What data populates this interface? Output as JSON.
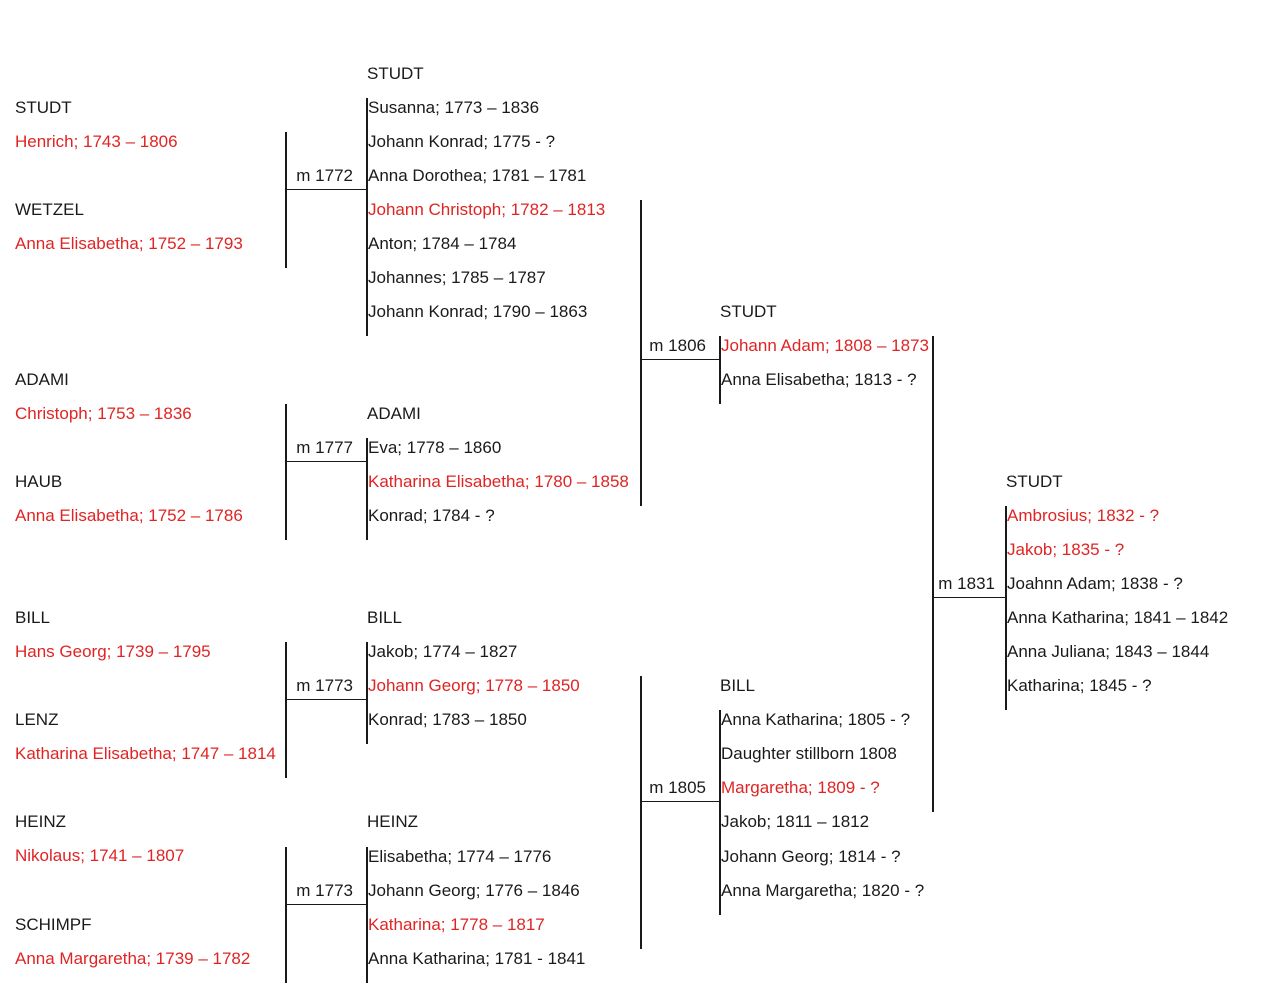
{
  "colors": {
    "highlight": "#e02424",
    "text": "#1a1a1a",
    "lines": "#1a1a1a"
  },
  "col1": {
    "g1_surname_1": "STUDT",
    "g1_name_1": "Henrich; 1743 – 1806",
    "g1_surname_2": "WETZEL",
    "g1_name_2": "Anna Elisabetha; 1752 – 1793",
    "g2_surname_1": "ADAMI",
    "g2_name_1": "Christoph; 1753 – 1836",
    "g2_surname_2": "HAUB",
    "g2_name_2": "Anna Elisabetha; 1752 – 1786",
    "g3_surname_1": "BILL",
    "g3_name_1": "Hans Georg; 1739 – 1795",
    "g3_surname_2": "LENZ",
    "g3_name_2": "Katharina Elisabetha; 1747 – 1814",
    "g4_surname_1": "HEINZ",
    "g4_name_1": "Nikolaus; 1741 – 1807",
    "g4_surname_2": "SCHIMPF",
    "g4_name_2": "Anna Margaretha; 1739 – 1782"
  },
  "marriages": {
    "m1": "m 1772",
    "m2": "m 1777",
    "m3": "m 1773",
    "m4": "m 1773",
    "m5": "m 1806",
    "m6": "m 1805",
    "m7": "m 1831"
  },
  "col2": {
    "studt": {
      "surname": "STUDT",
      "children": [
        "Susanna; 1773 – 1836",
        "Johann Konrad; 1775 - ?",
        "Anna Dorothea; 1781 – 1781",
        "Johann Christoph; 1782 – 1813",
        "Anton; 1784 – 1784",
        "Johannes; 1785 – 1787",
        "Johann Konrad; 1790 – 1863"
      ]
    },
    "adami": {
      "surname": "ADAMI",
      "children": [
        "Eva; 1778 – 1860",
        "Katharina Elisabetha; 1780 – 1858",
        "Konrad; 1784 - ?"
      ]
    },
    "bill": {
      "surname": "BILL",
      "children": [
        "Jakob; 1774 – 1827",
        "Johann Georg; 1778 – 1850",
        "Konrad; 1783 – 1850"
      ]
    },
    "heinz": {
      "surname": "HEINZ",
      "children": [
        "Elisabetha; 1774 – 1776",
        "Johann Georg; 1776 – 1846",
        "Katharina; 1778 – 1817",
        "Anna Katharina; 1781 - 1841"
      ]
    }
  },
  "col3": {
    "studt": {
      "surname": "STUDT",
      "children": [
        "Johann Adam; 1808 – 1873",
        "Anna Elisabetha; 1813 - ?"
      ]
    },
    "bill": {
      "surname": "BILL",
      "children": [
        "Anna Katharina; 1805 - ?",
        "Daughter stillborn 1808",
        "Margaretha; 1809 - ?",
        "Jakob; 1811 – 1812",
        "Johann Georg; 1814 - ?",
        "Anna Margaretha; 1820 - ?"
      ]
    }
  },
  "col4": {
    "studt": {
      "surname": "STUDT",
      "children": [
        "Ambrosius; 1832 - ?",
        "Jakob; 1835 - ?",
        "Joahnn Adam; 1838 - ?",
        "Anna Katharina; 1841 – 1842",
        "Anna Juliana; 1843 – 1844",
        "Katharina; 1845 - ?"
      ]
    }
  }
}
